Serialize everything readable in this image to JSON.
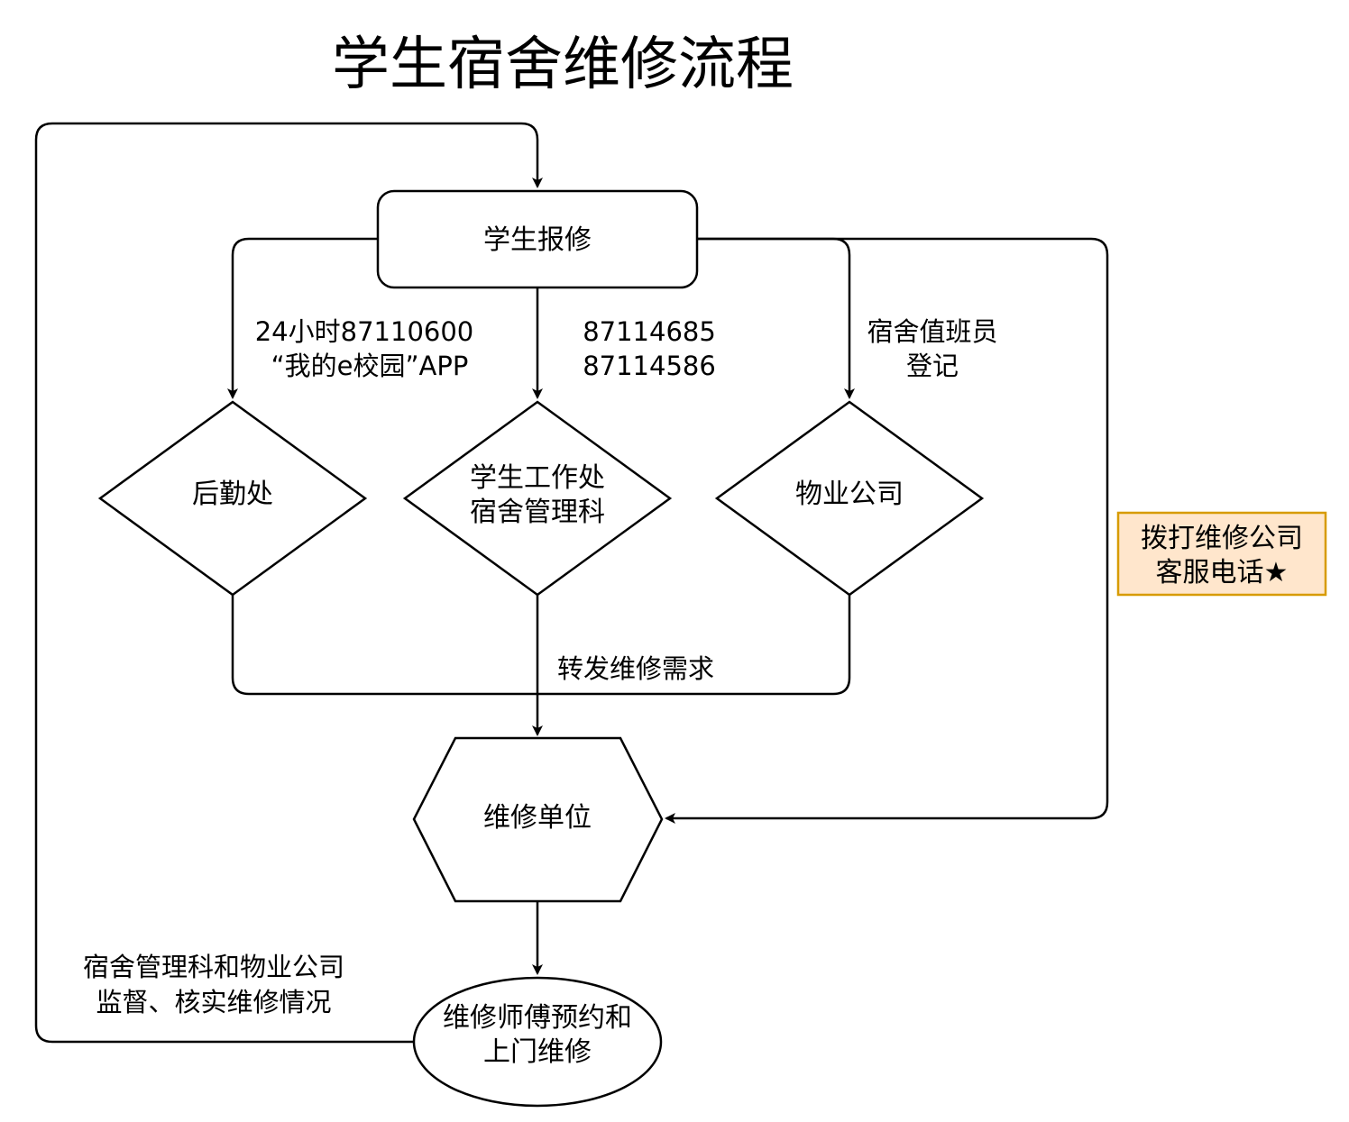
{
  "title": "学生宿舍维修流程",
  "nodes": {
    "student_report": "学生报修",
    "logistics": "后勤处",
    "student_affairs": [
      "学生工作处",
      "宿舍管理科"
    ],
    "property_company": "物业公司",
    "repair_unit": "维修单位",
    "technician": [
      "维修师傅预约和",
      "上门维修"
    ],
    "call_hotline": [
      "拨打维修公司",
      "客服电话★"
    ]
  },
  "edge_labels": {
    "logistics_channel": [
      "24小时87110600",
      "“我的e校园”APP"
    ],
    "affairs_phone": [
      "87114685",
      "87114586"
    ],
    "duty_register": [
      "宿舍值班员",
      "登记"
    ],
    "forward": "转发维修需求",
    "supervise": [
      "宿舍管理科和物业公司",
      "监督、核实维修情况"
    ]
  },
  "colors": {
    "hotline_fill": "#ffe6cc",
    "hotline_stroke": "#d79b00"
  }
}
